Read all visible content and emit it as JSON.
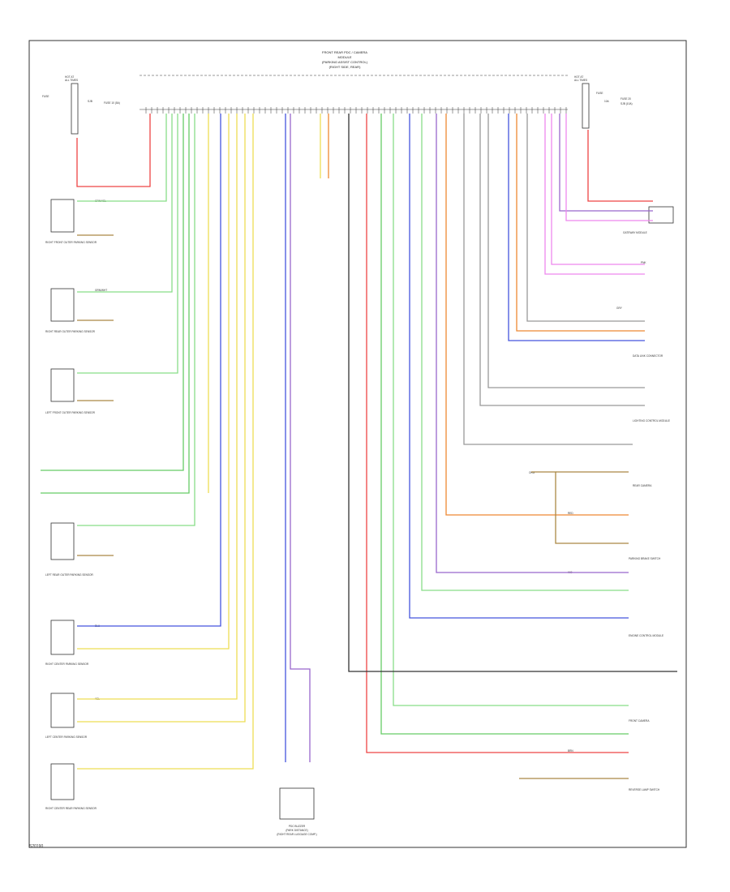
{
  "module": {
    "title_lines": [
      "FRONT REAR PDC / CAMERA",
      "MODULE",
      "(PARKING ASSIST CONTROL)",
      "(RIGHT SIDE, REAR)"
    ]
  },
  "fuses": {
    "left": [
      "HOT AT",
      "ALL TIMES",
      "FUSE",
      "SJB",
      "FUSE 10 (5A)"
    ],
    "right": [
      "HOT AT",
      "ALL TIMES",
      "FUSE",
      "10A",
      "FUSE 20",
      "SJB (10A)"
    ]
  },
  "left_components": [
    "RIGHT FRONT OUTER PARKING SENSOR",
    "RIGHT REAR OUTER PARKING SENSOR",
    "LEFT FRONT OUTER PARKING SENSOR",
    "LEFT REAR OUTER PARKING SENSOR",
    "RIGHT CENTER PARKING SENSOR",
    "LEFT CENTER PARKING SENSOR",
    "RIGHT CENTER REAR PARKING SENSOR"
  ],
  "right_components": [
    "GATEWAY MODULE",
    "DATA LINK CONNECTOR",
    "LIGHTING CONTROL MODULE",
    "REAR CAMERA",
    "PARKING BRAKE SWITCH",
    "ENGINE CONTROL MODULE",
    "FRONT CAMERA",
    "REVERSE LAMP SWITCH"
  ],
  "bottom_component": [
    "PDC BUZZER",
    "(PARK DISTANCE)",
    "(RIGHT REAR LUGGAGE COMP.)"
  ],
  "wires": [
    {
      "label": "GRN/YEL",
      "color": "#66cc66"
    },
    {
      "label": "GRN/WHT",
      "color": "#88dd88"
    },
    {
      "label": "BLU",
      "color": "#4455dd"
    },
    {
      "label": "YEL",
      "color": "#eedd55"
    },
    {
      "label": "RED",
      "color": "#ee4444"
    },
    {
      "label": "VIO",
      "color": "#9966cc"
    },
    {
      "label": "ORG",
      "color": "#ee8833"
    },
    {
      "label": "GRY",
      "color": "#999999"
    },
    {
      "label": "BRN",
      "color": "#aa8844"
    },
    {
      "label": "PNK",
      "color": "#ee88ee"
    }
  ],
  "colors": {
    "green": "#66cc66",
    "light_green": "#88dd88",
    "blue": "#4455dd",
    "yellow": "#eedd55",
    "red": "#ee4444",
    "violet": "#9966cc",
    "orange": "#ee8833",
    "gray": "#999999",
    "brown": "#aa8844",
    "pink": "#ee88ee",
    "black": "#333333"
  },
  "footer": {
    "code": "S20190"
  }
}
